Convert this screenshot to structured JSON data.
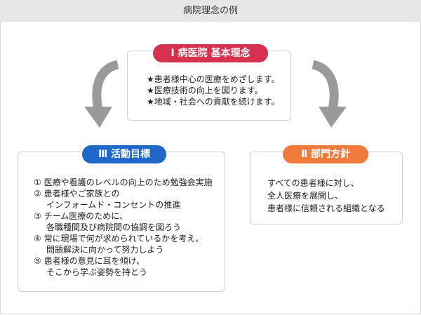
{
  "header": {
    "title": "病院理念の例"
  },
  "basic_philosophy": {
    "heading": "Ⅰ 病医院 基本理念",
    "lines": [
      "★患者様中心の医療をめざします。",
      "★医療技術の向上を図ります。",
      "★地域・社会への貢献を続けます。"
    ]
  },
  "activity_goals": {
    "heading": "Ⅲ 活動目標",
    "lines": [
      "① 医療や看護のレベルの向上のため勉強会実施",
      "② 患者様やご家族との",
      "インフォームド・コンセントの推進",
      "③ チーム医療のために、",
      "各職種間及び病院間の協調を図ろう",
      "④ 常に現場で何が求められているかを考え、",
      "問題解決に向かって努力しよう",
      "⑤ 患者様の意見に耳を傾け、",
      "そこから学ぶ姿勢を持とう"
    ]
  },
  "department_policy": {
    "heading": "Ⅱ 部門方針",
    "lines": [
      "すべての患者様に対し、",
      "全人医療を展開し、",
      "患者様に信頼される組織となる"
    ]
  },
  "colors": {
    "red": "#d6324f",
    "blue": "#1f67c8",
    "orange": "#f07a3a",
    "arrow": "#999999"
  },
  "icons": {
    "left_arrow": "curved-arrow-down-left-icon",
    "right_arrow": "curved-arrow-down-right-icon"
  }
}
